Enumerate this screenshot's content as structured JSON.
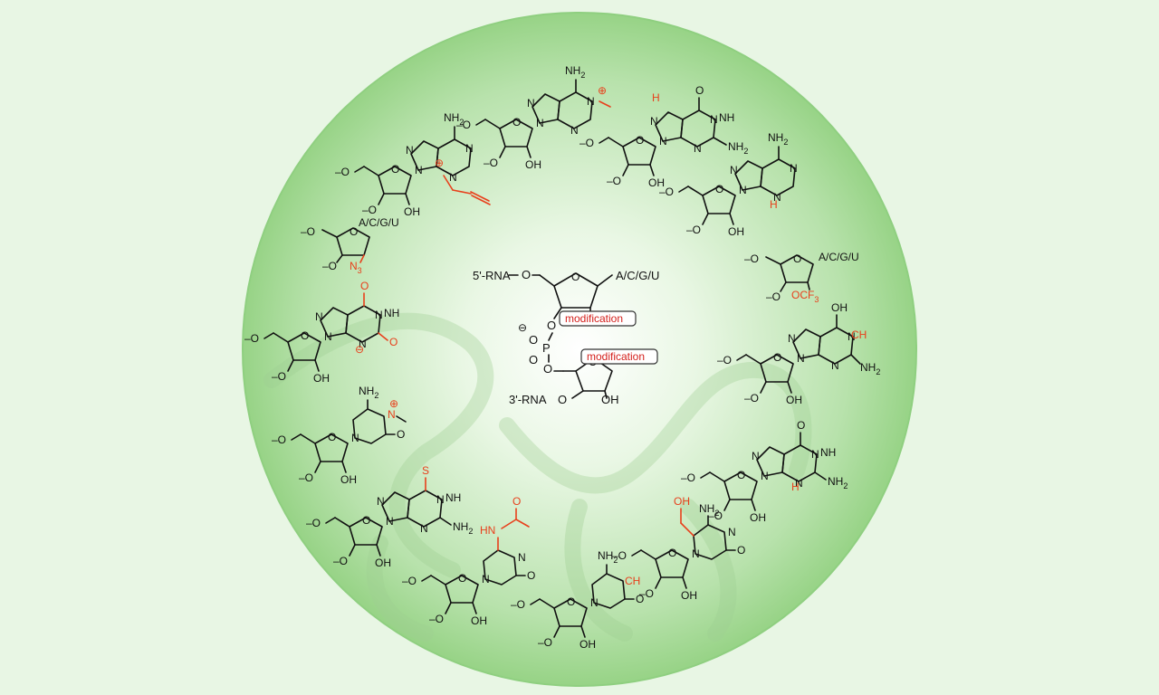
{
  "colors": {
    "background": "#e8f6e4",
    "sphere_edge": "#8fcf80",
    "sphere_center": "#ffffff",
    "modification": "#e8401c",
    "bond": "#111111"
  },
  "center": {
    "five_prime": "5'-RNA",
    "three_prime": "3'-RNA",
    "base_top": "A/C/G/U",
    "mod_top": "modification",
    "mod_bottom": "modification",
    "o": "O",
    "p": "P",
    "oh": "OH",
    "minus": "⊖"
  },
  "labels": {
    "nh2": "NH",
    "nh2_sub": "2",
    "n": "N",
    "nh": "NH",
    "o": "O",
    "oh": "OH",
    "ch": "CH",
    "h": "H",
    "s": "S",
    "hn": "HN",
    "n3": "N",
    "n3_sub": "3",
    "ocf3": "OCF",
    "ocf3_sub": "3",
    "base": "A/C/G/U",
    "plus": "⊕",
    "minus": "⊖",
    "dash_o": "–O"
  }
}
